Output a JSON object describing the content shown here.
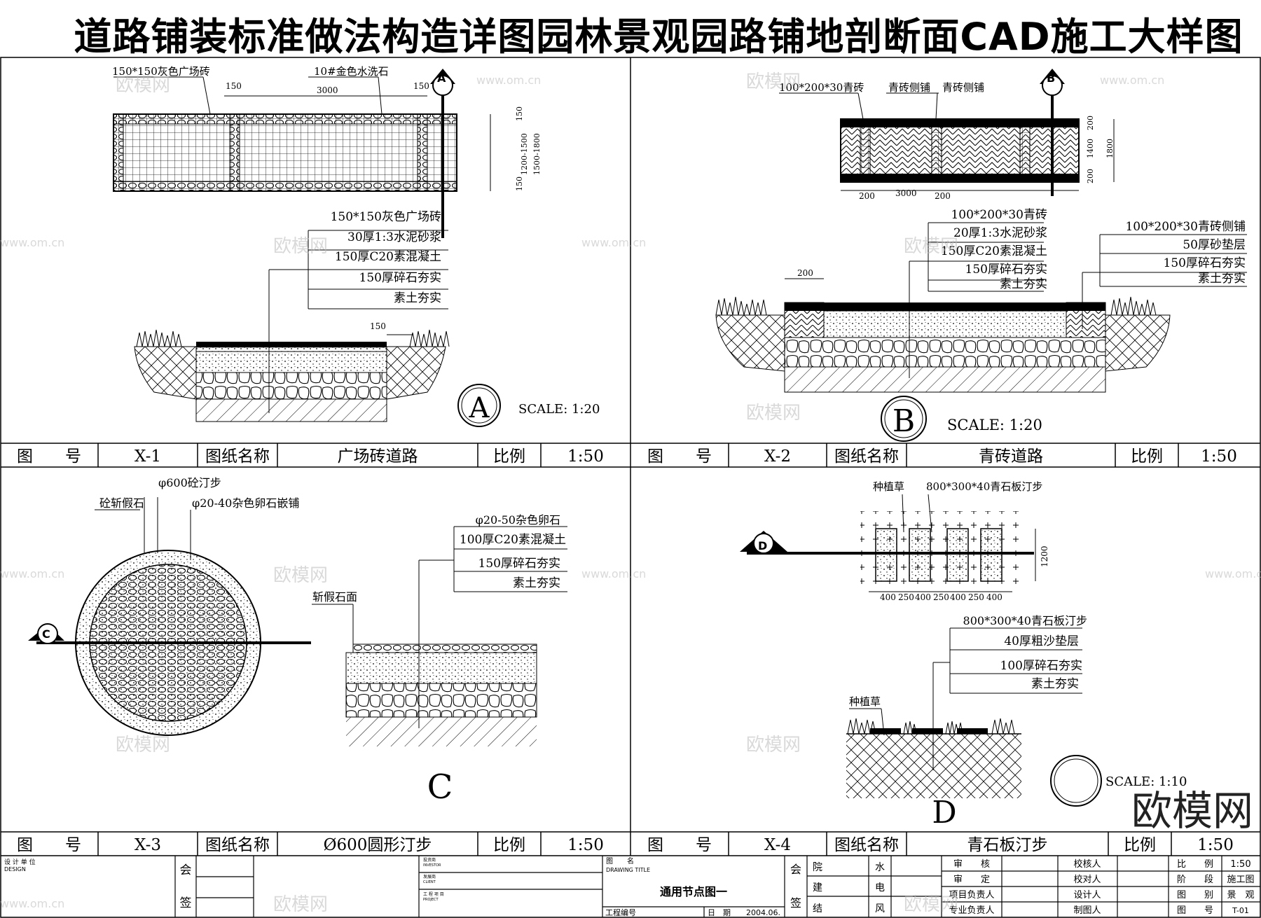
{
  "title": "道路铺装标准做法构造详图园林景观园路铺地剖断面CAD施工大样图",
  "panelA": {
    "plan_label_left": "150*150灰色广场砖",
    "plan_label_mid": "10#金色水洗石",
    "dim_150a": "150",
    "dim_3000": "3000",
    "dim_150b": "150",
    "vdim_150a": "150",
    "vdim_1200": "1200-1500",
    "vdim_1500": "1500-1800",
    "vdim_150b": "150",
    "layers": [
      "150*150灰色广场砖",
      "30厚1:3水泥砂浆",
      "150厚C20素混凝土",
      "150厚碎石夯实",
      "素土夯实"
    ],
    "dim_150c": "150",
    "marker": "A",
    "scale": "SCALE: 1:20"
  },
  "panelB": {
    "plan_label_left": "100*200*30青砖",
    "plan_label_mid1": "青砖侧铺",
    "plan_label_mid2": "青砖侧铺",
    "dim_200a": "200",
    "dim_3000": "3000",
    "dim_200b": "200",
    "vdim_200a": "200",
    "vdim_1400": "1400",
    "vdim_200b": "200",
    "vdim_1800": "1800",
    "layers": [
      "100*200*30青砖",
      "20厚1:3水泥砂浆",
      "150厚C20素混凝土",
      "150厚碎石夯实",
      "素土夯实"
    ],
    "layers_right": [
      "100*200*30青砖侧铺",
      "50厚砂垫层",
      "150厚碎石夯实",
      "素土夯实"
    ],
    "dim_200c": "200",
    "marker": "B",
    "scale": "SCALE: 1:20"
  },
  "panelC": {
    "label1": "砼斩假石",
    "label2": "φ600砼汀步",
    "label3": "φ20-40杂色卵石嵌铺",
    "layers": [
      "φ20-50杂色卵石",
      "100厚C20素混凝土",
      "150厚碎石夯实",
      "素土夯实"
    ],
    "label_face": "斩假石面",
    "marker": "C",
    "big": "C"
  },
  "panelD": {
    "label1": "种植草",
    "label2": "800*300*40青石板汀步",
    "dims": [
      "400",
      "250",
      "400",
      "250",
      "400",
      "250",
      "400"
    ],
    "vdim": "1200",
    "layers": [
      "800*300*40青石板汀步",
      "40厚粗沙垫层",
      "100厚碎石夯实",
      "素土夯实"
    ],
    "label_grass": "种植草",
    "marker": "D",
    "big": "D",
    "scale": "SCALE: 1:10"
  },
  "bar1": {
    "h1": "图　　号",
    "v1": "X-1",
    "h2": "图纸名称",
    "v2": "广场砖道路",
    "h3": "比例",
    "v3": "1:50",
    "h4": "图　　号",
    "v4": "X-2",
    "h5": "图纸名称",
    "v5": "青砖道路",
    "h6": "比例",
    "v6": "1:50"
  },
  "bar2": {
    "h1": "图　　号",
    "v1": "X-3",
    "h2": "图纸名称",
    "v2": "Ø600圆形汀步",
    "h3": "比例",
    "v3": "1:50",
    "h4": "图　　号",
    "v4": "X-4",
    "h5": "图纸名称",
    "v5": "青石板汀步",
    "h6": "比例",
    "v6": "1:50"
  },
  "titleblock": {
    "design_cn": "设 计 单 位",
    "design_en": "DESIGN",
    "hui": "会",
    "qian": "签",
    "investor_cn": "投资商",
    "investor_en": "INVESTOR",
    "client_cn": "发展商",
    "client_en": "CLIENT",
    "project_cn": "工 程 项 目",
    "project_en": "PROJECT",
    "drawing_cn": "图　　名",
    "drawing_en": "DRAWING TITLE",
    "drawing_name": "通用节点图一",
    "proj_no": "工程编号",
    "date_label": "日　期",
    "date": "2004.06.",
    "hui2": "会",
    "qian2": "签",
    "c1": [
      "院",
      "建",
      "结"
    ],
    "c2": [
      "水",
      "电",
      "风"
    ],
    "roles1": [
      "审　　核",
      "审　　定",
      "项目负责人",
      "专业负责人"
    ],
    "roles2": [
      "校核人",
      "校对人",
      "设计人",
      "制图人"
    ],
    "meta_l": [
      "比　　例",
      "阶　　段",
      "图　　别",
      "图　　号"
    ],
    "meta_v": [
      "1:50",
      "施工图",
      "景　观",
      "T-01"
    ]
  },
  "watermarks": [
    "欧模网",
    "www.om.cn"
  ],
  "brand": "欧模网"
}
